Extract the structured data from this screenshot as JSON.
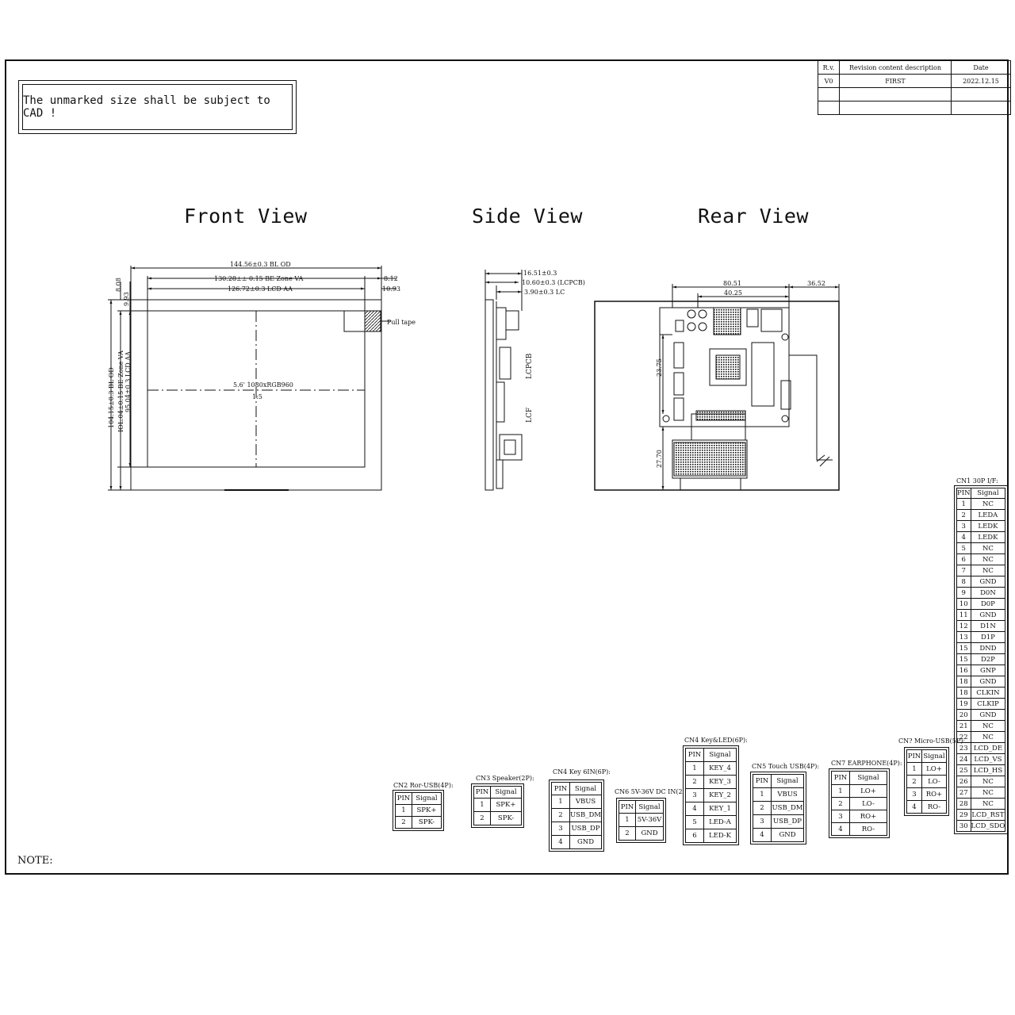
{
  "note_box": {
    "text": "The unmarked size shall be subject to CAD !"
  },
  "revision_table": {
    "headers": [
      "R.v.",
      "Revision content description",
      "Date"
    ],
    "rows": [
      [
        "V0",
        "FIRST",
        "2022.12.15"
      ],
      [
        "",
        "",
        ""
      ],
      [
        "",
        "",
        ""
      ]
    ]
  },
  "views": {
    "front": "Front View",
    "side": "Side View",
    "rear": "Rear View"
  },
  "front_dims": {
    "bl_od_w": "144.56±0.3 BL OD",
    "be_va_w": "130.28±± 0.15 BE Zone VA",
    "lcd_aa_w": "126.72±0.3 LCD AA",
    "r1": "8.12",
    "r2": "10.93",
    "l1": "8.08",
    "l2": "9.93",
    "bl_od_h": "104.15±0.3 BL OD",
    "be_va_h": "IOL.04±0.15 BE Zone VA",
    "lcd_aa_h": "95.04±0.3 LCD AA",
    "pull_tape": "Pull tape",
    "center_label": "5.6' 1080xRGB960",
    "scale": "1:5"
  },
  "side_dims": {
    "d1": "16.51±0.3",
    "d2": "10.60±0.3 (LCPCB)",
    "d3": "3.90±0.3 LC",
    "lcpcb": "LCPCB",
    "lcf": "LCF"
  },
  "rear_dims": {
    "w1": "80.51",
    "w2": "40.25",
    "w3": "36.52",
    "h1": "23.75",
    "h2": "27.70"
  },
  "connectors": {
    "cn1": {
      "title": "CN1 30P I/F:",
      "headers": [
        "PIN",
        "Signal"
      ],
      "rows": [
        [
          "1",
          "NC"
        ],
        [
          "2",
          "LEDA"
        ],
        [
          "3",
          "LEDK"
        ],
        [
          "4",
          "LEDK"
        ],
        [
          "5",
          "NC"
        ],
        [
          "6",
          "NC"
        ],
        [
          "7",
          "NC"
        ],
        [
          "8",
          "GND"
        ],
        [
          "9",
          "D0N"
        ],
        [
          "10",
          "D0P"
        ],
        [
          "11",
          "GND"
        ],
        [
          "12",
          "D1N"
        ],
        [
          "13",
          "D1P"
        ],
        [
          "15",
          "DND"
        ],
        [
          "15",
          "D2P"
        ],
        [
          "16",
          "GNP"
        ],
        [
          "18",
          "GND"
        ],
        [
          "18",
          "CLKIN"
        ],
        [
          "19",
          "CLKIP"
        ],
        [
          "20",
          "GND"
        ],
        [
          "21",
          "NC"
        ],
        [
          "22",
          "NC"
        ],
        [
          "23",
          "LCD_DE"
        ],
        [
          "24",
          "LCD_VS"
        ],
        [
          "25",
          "LCD_HS"
        ],
        [
          "26",
          "NC"
        ],
        [
          "27",
          "NC"
        ],
        [
          "28",
          "NC"
        ],
        [
          "29",
          "LCD_RST"
        ],
        [
          "30",
          "LCD_SDO"
        ]
      ]
    },
    "cn2": {
      "title": "CN2 Ror-USB(4P):",
      "headers": [
        "PIN",
        "Signal"
      ],
      "rows": [
        [
          "1",
          "SPK+"
        ],
        [
          "2",
          "SPK-"
        ]
      ]
    },
    "cn3": {
      "title": "CN3 Speaker(2P):",
      "headers": [
        "PIN",
        "Signal"
      ],
      "rows": [
        [
          "1",
          "SPK+"
        ],
        [
          "2",
          "SPK-"
        ]
      ]
    },
    "cn4a": {
      "title": "CN4 Key 6IN(6P):",
      "headers": [
        "PIN",
        "Signal"
      ],
      "rows": [
        [
          "1",
          "VBUS"
        ],
        [
          "2",
          "USB_DM"
        ],
        [
          "3",
          "USB_DP"
        ],
        [
          "4",
          "GND"
        ]
      ]
    },
    "cn6": {
      "title": "CN6 5V-36V DC IN(2P):",
      "headers": [
        "PIN",
        "Signal"
      ],
      "rows": [
        [
          "1",
          "5V-36V"
        ],
        [
          "2",
          "GND"
        ]
      ]
    },
    "cn4b": {
      "title": "CN4 Key&LED(6P):",
      "headers": [
        "PIN",
        "Signal"
      ],
      "rows": [
        [
          "1",
          "KEY_4"
        ],
        [
          "2",
          "KEY_3"
        ],
        [
          "3",
          "KEY_2"
        ],
        [
          "4",
          "KEY_1"
        ],
        [
          "5",
          "LED-A"
        ],
        [
          "6",
          "LED-K"
        ]
      ]
    },
    "cn5": {
      "title": "CN5 Touch USB(4P):",
      "headers": [
        "PIN",
        "Signal"
      ],
      "rows": [
        [
          "1",
          "VBUS"
        ],
        [
          "2",
          "USB_DM"
        ],
        [
          "3",
          "USB_DP"
        ],
        [
          "4",
          "GND"
        ]
      ]
    },
    "cn7": {
      "title": "CN7 EARPHONE(4P):",
      "headers": [
        "PIN",
        "Signal"
      ],
      "rows": [
        [
          "1",
          "LO+"
        ],
        [
          "2",
          "LO-"
        ],
        [
          "3",
          "RO+"
        ],
        [
          "4",
          "RO-"
        ]
      ]
    },
    "cn8": {
      "title": "CN? Micro-USB(5P):",
      "headers": [
        "PIN",
        "Signal"
      ],
      "rows": [
        [
          "1",
          "LO+"
        ],
        [
          "2",
          "LO-"
        ],
        [
          "3",
          "RO+"
        ],
        [
          "4",
          "RO-"
        ]
      ]
    }
  },
  "footer": {
    "note_label": "NOTE:"
  }
}
